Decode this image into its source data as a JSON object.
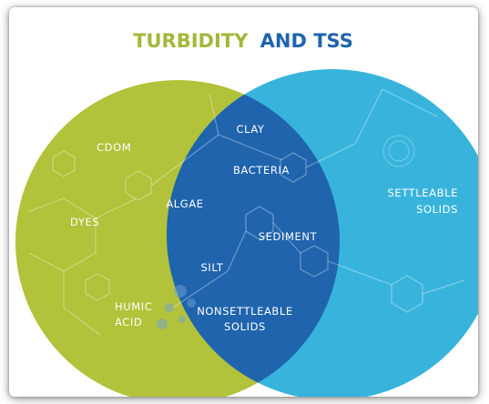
{
  "title": {
    "part1": "TURBIDITY",
    "part2": "AND TSS"
  },
  "colors": {
    "turbidity_circle": "#b2c23a",
    "tss_circle": "#38b4dc",
    "overlap": "#1f64ad",
    "title_part1": "#a3b83a",
    "title_part2": "#1f64ad",
    "label_text": "#ffffff"
  },
  "sets": {
    "turbidity_only": [
      "CDOM",
      "DYES",
      "HUMIC ACID"
    ],
    "shared": [
      "CLAY",
      "BACTERIA",
      "ALGAE",
      "SEDIMENT",
      "SILT",
      "NONSETTLEABLE SOLIDS"
    ],
    "tss_only": [
      "SETTLEABLE SOLIDS"
    ]
  },
  "labels": {
    "cdom": "CDOM",
    "dyes": "DYES",
    "humic_1": "HUMIC",
    "humic_2": "ACID",
    "clay": "CLAY",
    "bacteria": "BACTERIA",
    "algae": "ALGAE",
    "sediment": "SEDIMENT",
    "silt": "SILT",
    "nonsettleable_1": "NONSETTLEABLE",
    "nonsettleable_2": "SOLIDS",
    "settleable_1": "SETTLEABLE",
    "settleable_2": "SOLIDS"
  }
}
